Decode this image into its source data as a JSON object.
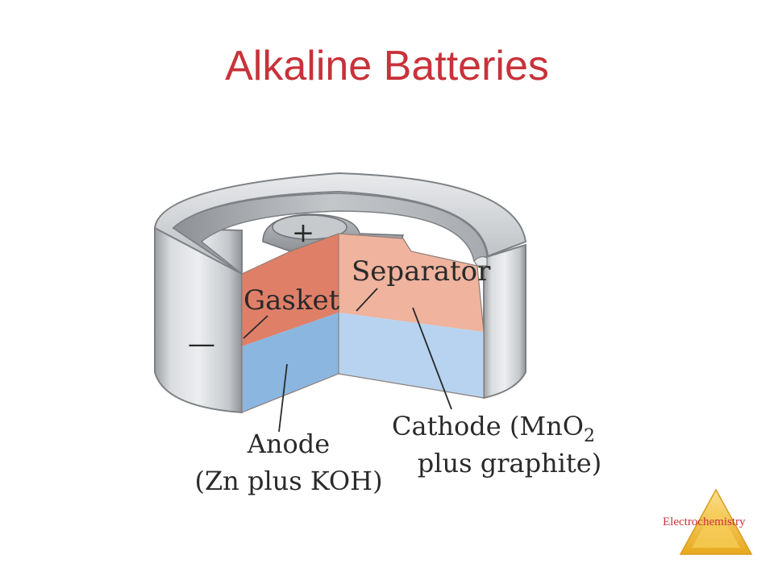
{
  "slide": {
    "title": "Alkaline Batteries",
    "footer": "Electrochemistry"
  },
  "diagram": {
    "terminals": {
      "positive": "+",
      "negative": "—"
    },
    "labels": {
      "gasket": "Gasket",
      "separator": "Separator",
      "anode_line1": "Anode",
      "anode_line2": "(Zn plus KOH)",
      "cathode_line1": "Cathode (MnO",
      "cathode_sub": "2",
      "cathode_line2": "plus graphite)"
    },
    "colors": {
      "title": "#c8323a",
      "casing": "#c9cbce",
      "gasket_upper": "#e07f68",
      "separator_upper": "#efb39e",
      "anode_lower": "#8ab6e0",
      "cathode_lower": "#b7d3ef",
      "footer_triangle": "#f5c33b"
    }
  }
}
